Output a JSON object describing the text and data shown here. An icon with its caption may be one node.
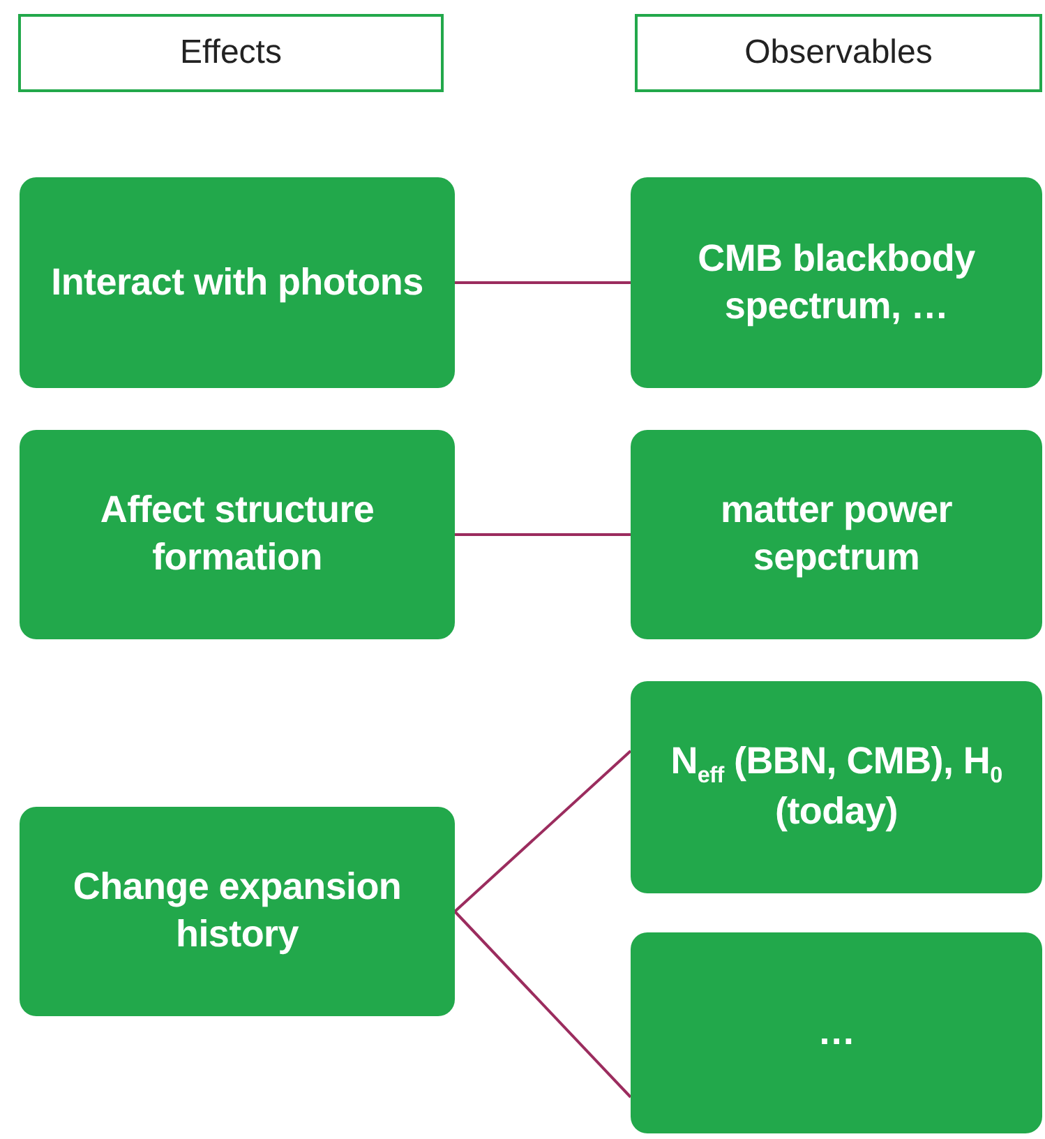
{
  "diagram": {
    "nodes": [
      {
        "text": [
          "Effects"
        ]
      },
      {
        "text": [
          "Observables"
        ]
      },
      {
        "text": [
          "Interact with photons"
        ]
      },
      {
        "text": [
          "CMB blackbody spectrum, …"
        ]
      },
      {
        "text": [
          "Affect structure formation"
        ]
      },
      {
        "text": [
          "matter power sepctrum"
        ]
      },
      {
        "text": [
          "Change expansion history"
        ]
      },
      {
        "text": [
          "N$_{eff}$ (BBN, CMB), H$_{0}$ (today)"
        ]
      },
      {
        "text": [
          "…"
        ]
      }
    ],
    "edges": [
      {
        "from": 2,
        "to": 3,
        "arrow": "none"
      },
      {
        "from": 4,
        "to": 5,
        "arrow": "none"
      },
      {
        "from": 6,
        "to": 7,
        "arrow": "none"
      },
      {
        "from": 6,
        "to": 8,
        "arrow": "none"
      }
    ]
  }
}
